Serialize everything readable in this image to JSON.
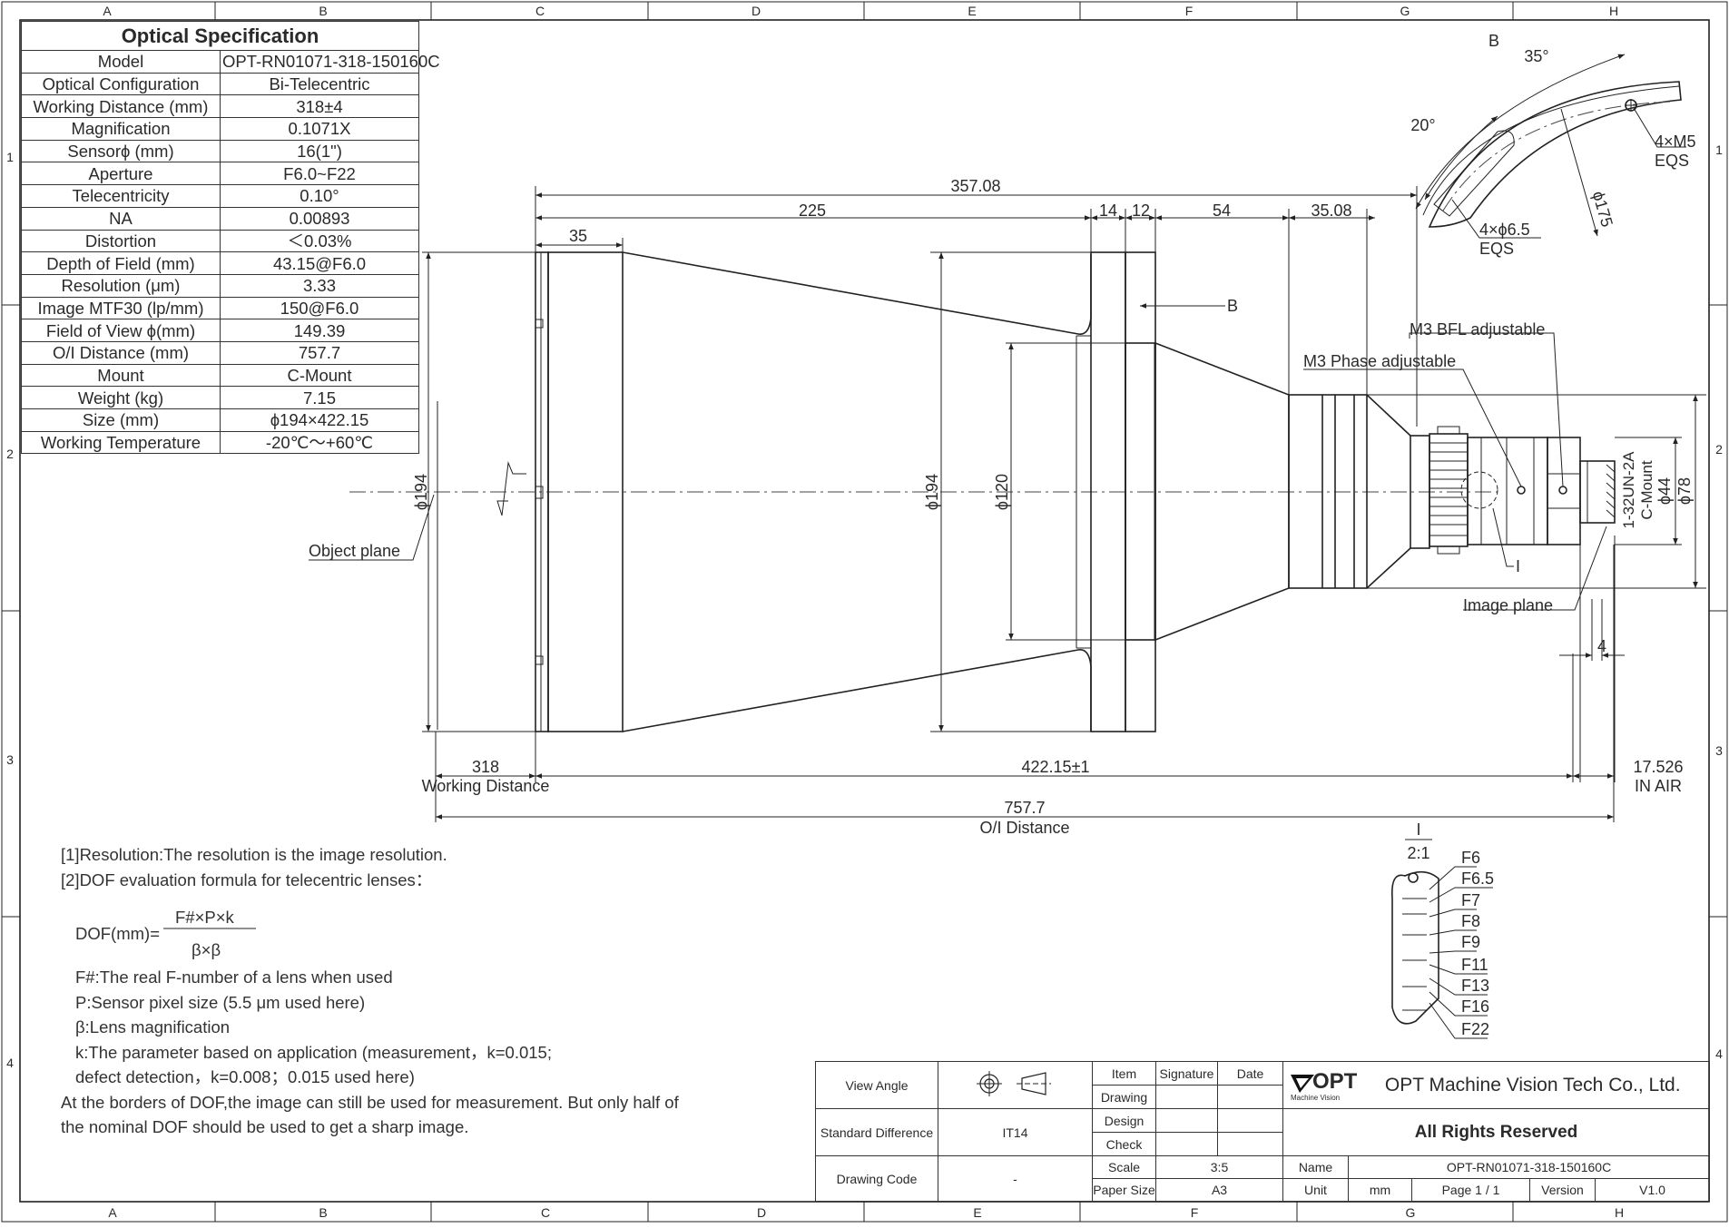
{
  "grid": {
    "columns": [
      "A",
      "B",
      "C",
      "D",
      "E",
      "F",
      "G",
      "H"
    ],
    "rows": [
      "1",
      "2",
      "3",
      "4"
    ]
  },
  "spec": {
    "title": "Optical Specification",
    "rows": [
      {
        "label": "Model",
        "value": "OPT-RN01071-318-150160C"
      },
      {
        "label": "Optical Configuration",
        "value": "Bi-Telecentric"
      },
      {
        "label": "Working Distance (mm)",
        "value": "318±4"
      },
      {
        "label": "Magnification",
        "value": "0.1071X"
      },
      {
        "label": "Sensorϕ (mm)",
        "value": "16(1\")"
      },
      {
        "label": "Aperture",
        "value": "F6.0~F22"
      },
      {
        "label": "Telecentricity",
        "value": "0.10°"
      },
      {
        "label": "NA",
        "value": "0.00893"
      },
      {
        "label": "Distortion",
        "value": "＜0.03%"
      },
      {
        "label": "Depth of Field (mm)",
        "value": "43.15@F6.0"
      },
      {
        "label": "Resolution (μm)",
        "value": "3.33"
      },
      {
        "label": "Image MTF30 (lp/mm)",
        "value": "150@F6.0"
      },
      {
        "label": "Field of View ϕ(mm)",
        "value": "149.39"
      },
      {
        "label": "O/I Distance (mm)",
        "value": "757.7"
      },
      {
        "label": "Mount",
        "value": "C-Mount"
      },
      {
        "label": "Weight (kg)",
        "value": "7.15"
      },
      {
        "label": "Size (mm)",
        "value": "ϕ194×422.15"
      },
      {
        "label": "Working Temperature",
        "value": "-20℃～+60℃"
      }
    ]
  },
  "drawing": {
    "dims": {
      "overall_len": "357.08",
      "seg_225": "225",
      "seg_14": "14",
      "seg_12": "12",
      "seg_54": "54",
      "seg_3508": "35.08",
      "seg_35": "35",
      "dia_194_obj": "ϕ194",
      "dia_194": "ϕ194",
      "dia_120": "ϕ120",
      "dia_44": "ϕ44",
      "dia_78": "ϕ78",
      "thread": "1-32UN-2A",
      "cmount": "C-Mount",
      "wd": "318",
      "wd_label": "Working Distance",
      "body_len": "422.15±1",
      "in_air": "17.526",
      "in_air_label": "IN AIR",
      "oi": "757.7",
      "oi_label": "O/I Distance",
      "four": "4"
    },
    "labels": {
      "object_plane": "Object plane",
      "image_plane": "Image plane",
      "m3_bfl": "M3 BFL adjustable",
      "m3_phase": "M3 Phase adjustable",
      "b_arrow": "B",
      "i_marker": "I"
    },
    "view_b": {
      "title": "B",
      "angle_35": "35°",
      "angle_20": "20°",
      "m5": "4×M5",
      "eqs1": "EQS",
      "hole": "4×ϕ6.5",
      "eqs2": "EQS",
      "radius": "ϕ175"
    },
    "detail_i": {
      "title": "I",
      "scale": "2:1",
      "stops": [
        "F6",
        "F6.5",
        "F7",
        "F8",
        "F9",
        "F11",
        "F13",
        "F16",
        "F22"
      ]
    }
  },
  "notes": {
    "n1": "[1]Resolution:The resolution is  the image resolution.",
    "n2": "[2]DOF evaluation formula for telecentric lenses：",
    "formula_lhs": "DOF(mm)=",
    "formula_num": "F#×P×k",
    "formula_den": "β×β",
    "f": "F#:The real F-number of a lens when used",
    "p": "P:Sensor pixel size (5.5 μm used here)",
    "beta": "β:Lens magnification",
    "k1": "k:The parameter based on application (measurement，k=0.015;",
    "k2": "defect detection，k=0.008；0.015 used here)",
    "b1": "At the borders of DOF,the image can still be used for measurement. But only half of",
    "b2": "the nominal DOF should be used to get a sharp image."
  },
  "title_block": {
    "view_angle": "View Angle",
    "standard_difference": "Standard Difference",
    "std_value": "IT14",
    "drawing_code": "Drawing Code",
    "code_value": "-",
    "item": "Item",
    "signature": "Signature",
    "date": "Date",
    "drawing": "Drawing",
    "design": "Design",
    "check": "Check",
    "scale": "Scale",
    "scale_value": "3:5",
    "paper_size": "Paper Size",
    "paper_value": "A3",
    "logo": "OPT",
    "logo_sub": "Machine Vision",
    "company": "OPT Machine Vision Tech Co., Ltd.",
    "rights": "All Rights Reserved",
    "name": "Name",
    "name_value": "OPT-RN01071-318-150160C",
    "unit": "Unit",
    "unit_value": "mm",
    "page": "Page  1 / 1",
    "version": "Version",
    "version_value": "V1.0"
  }
}
